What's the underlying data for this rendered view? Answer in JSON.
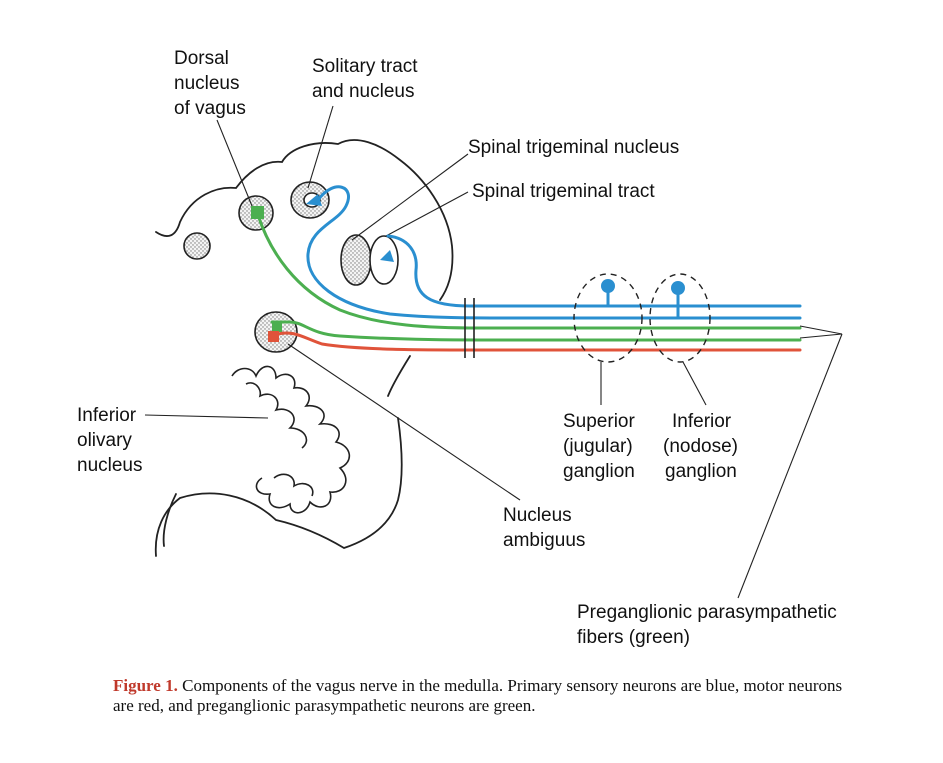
{
  "labels": {
    "dorsal_nucleus": [
      "Dorsal",
      "nucleus",
      "of vagus"
    ],
    "solitary": [
      "Solitary tract",
      "and nucleus"
    ],
    "spinal_trig_nucleus": "Spinal trigeminal nucleus",
    "spinal_trig_tract": "Spinal trigeminal tract",
    "inferior_olivary": [
      "Inferior",
      "olivary",
      "nucleus"
    ],
    "superior_ganglion": [
      "Superior",
      "(jugular)",
      "ganglion"
    ],
    "inferior_ganglion": [
      "Inferior",
      "(nodose)",
      "ganglion"
    ],
    "nucleus_ambiguus": [
      "Nucleus",
      "ambiguus"
    ],
    "preganglionic": [
      "Preganglionic parasympathetic",
      "fibers (green)"
    ]
  },
  "caption": {
    "label": "Figure 1.",
    "text": " Components of the vagus nerve in the medulla. Primary sensory neurons are blue, motor neurons are red, and preganglionic parasympathetic neurons are green."
  },
  "colors": {
    "sensory": "#2a8fd0",
    "parasympathetic": "#4caf50",
    "motor": "#e0533a",
    "outline": "#222222",
    "caption_label": "#c0392b"
  }
}
